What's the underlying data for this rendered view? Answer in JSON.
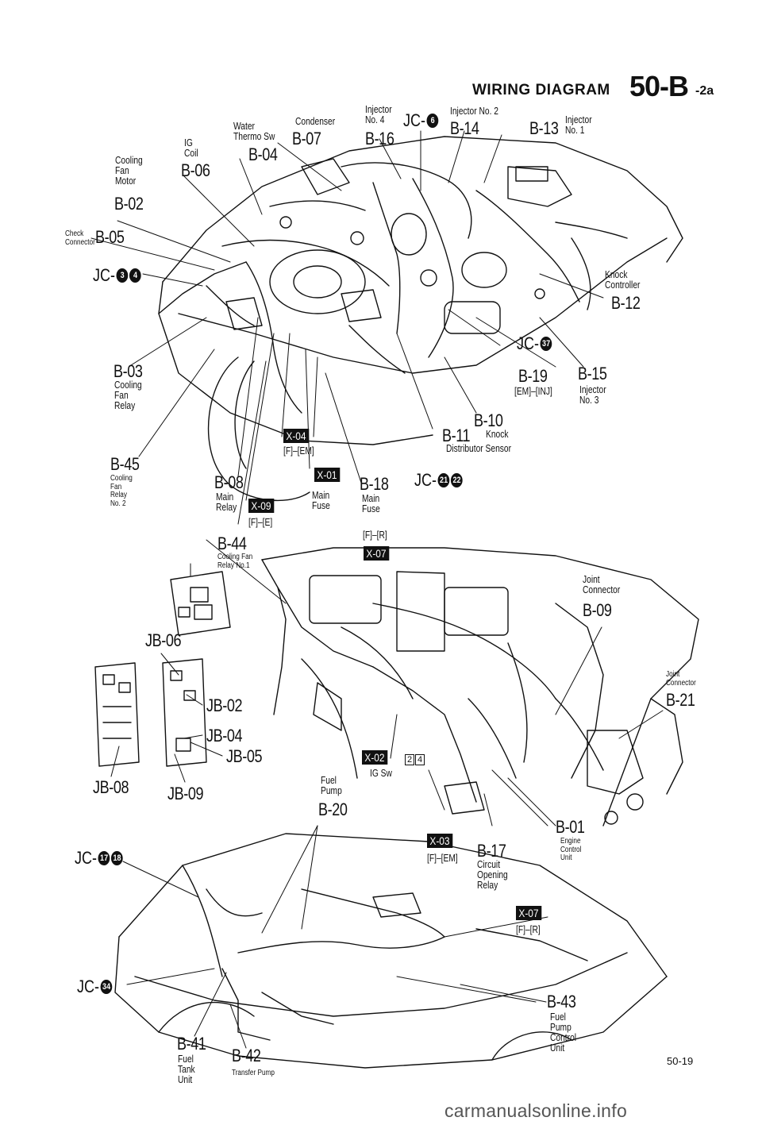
{
  "header": {
    "title": "WIRING DIAGRAM",
    "code": "50-B",
    "sub": "-2a"
  },
  "page_number": "50-19",
  "watermark": "carmanualsonline.info",
  "top_labels": {
    "cooling_fan_motor": {
      "name": "Cooling\nFan\nMotor",
      "code": "B-02"
    },
    "ig_coil": {
      "name": "IG\nCoil",
      "code": "B-06"
    },
    "water_thermo_sw": {
      "name": "Water\nThermo Sw",
      "code": "B-04"
    },
    "condenser": {
      "name": "Condenser",
      "code": "B-07"
    },
    "injector_no4": {
      "name": "Injector\nNo. 4",
      "code": "B-16"
    },
    "jc6": {
      "prefix": "JC-",
      "num": "6"
    },
    "injector_no2": {
      "name": "Injector No. 2",
      "code": "B-14"
    },
    "injector_no1": {
      "name": "Injector\nNo. 1",
      "code": "B-13"
    },
    "check_connector": {
      "name": "Check\nConnector",
      "code": "B-05"
    },
    "jc34": {
      "prefix": "JC-",
      "nums": [
        "3",
        "4"
      ]
    },
    "knock_controller": {
      "name": "Knock\nController",
      "code": "B-12"
    },
    "jc37": {
      "prefix": "JC-",
      "num": "37"
    },
    "cooling_fan_relay": {
      "code": "B-03",
      "name": "Cooling\nFan\nRelay"
    },
    "b19": {
      "code": "B-19",
      "box": "[EM]–[INJ]"
    },
    "b15": {
      "code": "B-15",
      "name": "Injector\nNo. 3"
    },
    "b10": {
      "code": "B-10"
    },
    "b11": {
      "code": "B-11",
      "name": "Knock",
      "name2": "Distributor Sensor"
    },
    "x04": {
      "code": "X-04",
      "box": "[F]–[EM]"
    },
    "b45": {
      "code": "B-45",
      "name": "Cooling\nFan\nRelay\nNo. 2"
    },
    "b08": {
      "code": "B-08",
      "name": "Main\nRelay"
    },
    "x09": {
      "code": "X-09",
      "box": "[F]–[E]"
    },
    "x01": {
      "code": "X-01",
      "name": "Main\nFuse"
    },
    "b18": {
      "code": "B-18",
      "name": "Main\nFuse"
    },
    "jc2122": {
      "prefix": "JC-",
      "nums": [
        "21",
        "22"
      ]
    },
    "x07a": {
      "code": "X-07",
      "box": "[F]–[R]"
    },
    "b44": {
      "code": "B-44",
      "name": "Cooling Fan\nRelay No.1"
    }
  },
  "mid_labels": {
    "joint_b09": {
      "name": "Joint\nConnector",
      "code": "B-09"
    },
    "joint_b21": {
      "name": "Joint\nConnector",
      "code": "B-21"
    },
    "jb06": "JB-06",
    "jb02": "JB-02",
    "jb04": "JB-04",
    "jb05": "JB-05",
    "jb08": "JB-08",
    "jb09": "JB-09",
    "x02": {
      "code": "X-02",
      "pins": "2",
      "pins2": "4",
      "name": "IG Sw"
    },
    "fuel_pump": {
      "name": "Fuel\nPump",
      "code": "B-20"
    },
    "b01": {
      "code": "B-01",
      "name": "Engine\nControl\nUnit"
    },
    "x03": {
      "code": "X-03",
      "box": "[F]–[EM]"
    },
    "b17": {
      "code": "B-17",
      "name": "Circuit\nOpening\nRelay"
    },
    "x07b": {
      "code": "X-07",
      "box": "[F]–[R]"
    },
    "jc1718": {
      "prefix": "JC-",
      "nums": [
        "17",
        "18"
      ]
    }
  },
  "bottom_labels": {
    "jc34b": {
      "prefix": "JC-",
      "num": "34"
    },
    "b43": {
      "code": "B-43",
      "name": "Fuel\nPump\nControl\nUnit"
    },
    "b41": {
      "code": "B-41",
      "name": "Fuel\nTank\nUnit"
    },
    "b42": {
      "code": "B-42",
      "name": "Transfer Pump"
    }
  },
  "colors": {
    "ink": "#111111",
    "paper": "#ffffff"
  }
}
